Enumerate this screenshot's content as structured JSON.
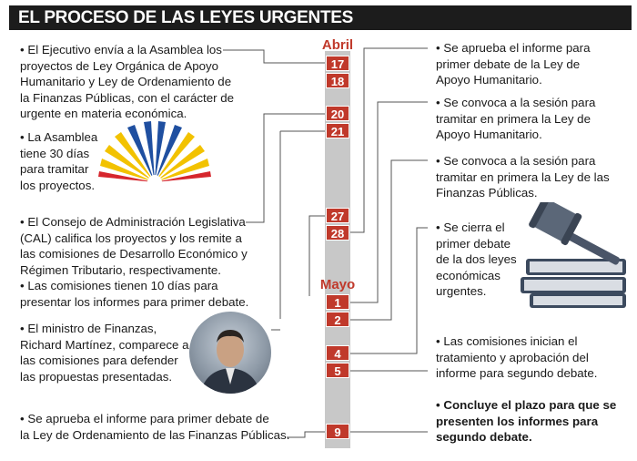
{
  "title": "EL PROCESO DE LAS LEYES URGENTES",
  "months": {
    "april": "Abril",
    "may": "Mayo"
  },
  "days": [
    "17",
    "18",
    "20",
    "21",
    "27",
    "28",
    "1",
    "2",
    "4",
    "5",
    "9"
  ],
  "left": {
    "item1": [
      "• El Ejecutivo envía a la Asamblea los",
      "proyectos de Ley Orgánica de Apoyo",
      "Humanitario y Ley de Ordenamiento de",
      "la Finanzas Públicas, con el carácter de",
      "urgente en materia económica."
    ],
    "item2": [
      "• La Asamblea",
      "tiene 30 días",
      "para tramitar",
      "los proyectos."
    ],
    "item3": [
      "• El Consejo de Administración Legislativa",
      "(CAL) califica los proyectos y los remite a",
      "las comisiones de Desarrollo Económico y",
      "Régimen Tributario, respectivamente."
    ],
    "item4": [
      "• Las comisiones tienen 10 días para",
      "presentar los informes para primer debate."
    ],
    "item5": [
      "• El ministro de Finanzas,",
      "Richard Martínez, comparece a",
      "las comisiones para defender",
      "las propuestas presentadas."
    ],
    "item6": [
      "• Se aprueba el informe para primer debate de",
      "la Ley de Ordenamiento de las Finanzas Públicas."
    ]
  },
  "right": {
    "item1": [
      "• Se aprueba el informe para",
      "primer debate de la Ley de",
      "Apoyo Humanitario."
    ],
    "item2": [
      "• Se convoca a la sesión para",
      "tramitar en primera la Ley de",
      "Apoyo Humanitario."
    ],
    "item3": [
      "• Se convoca a la sesión para",
      "tramitar en primera la Ley de las",
      "Finanzas Públicas."
    ],
    "item4": [
      "• Se cierra el",
      "primer debate",
      "de la dos leyes",
      "económicas",
      "urgentes."
    ],
    "item5": [
      "• Las comisiones inician el",
      "tratamiento y aprobación del",
      "informe para segundo debate."
    ],
    "item6": [
      "• Concluye el plazo para que se",
      "presenten los informes para",
      "segundo debate."
    ]
  },
  "colors": {
    "accent": "#c0392b",
    "timeline": "#c8c8c8",
    "title_bg": "#1c1c1c"
  },
  "icons": {
    "logo": "asamblea-sunburst-icon",
    "gavel": "gavel-books-icon",
    "photo": "minister-portrait"
  }
}
